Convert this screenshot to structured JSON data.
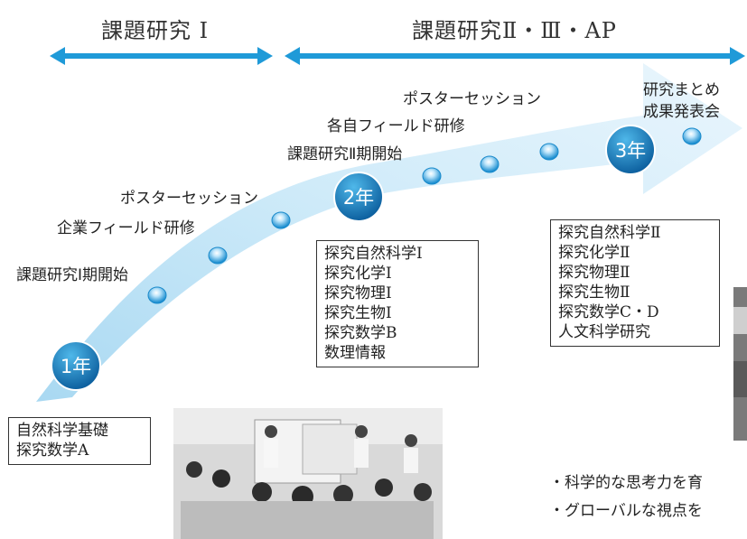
{
  "phases": [
    {
      "label": "課題研究 Ⅰ"
    },
    {
      "label": "課題研究Ⅱ・Ⅲ・AP"
    }
  ],
  "milestones": [
    "課題研究Ⅰ期開始",
    "企業フィールド研修",
    "ポスターセッション",
    "課題研究Ⅱ期開始",
    "各自フィールド研修",
    "ポスターセッション",
    "研究まとめ",
    "成果発表会"
  ],
  "years": [
    "1年",
    "2年",
    "3年"
  ],
  "boxes": {
    "year1": [
      "自然科学基礎",
      "探究数学A"
    ],
    "year2": [
      "探究自然科学Ⅰ",
      "探究化学Ⅰ",
      "探究物理Ⅰ",
      "探究生物Ⅰ",
      "探究数学B",
      "数理情報"
    ],
    "year3": [
      "探究自然科学Ⅱ",
      "探究化学Ⅱ",
      "探究物理Ⅱ",
      "探究生物Ⅱ",
      "探究数学C・D",
      "人文科学研究"
    ]
  },
  "bullets": [
    "・科学的な思考力を育",
    "・グローバルな視点を"
  ],
  "colors": {
    "arrow": "#1f9ad8",
    "badge": "#1479b8",
    "flow": "#bfe3f6"
  }
}
